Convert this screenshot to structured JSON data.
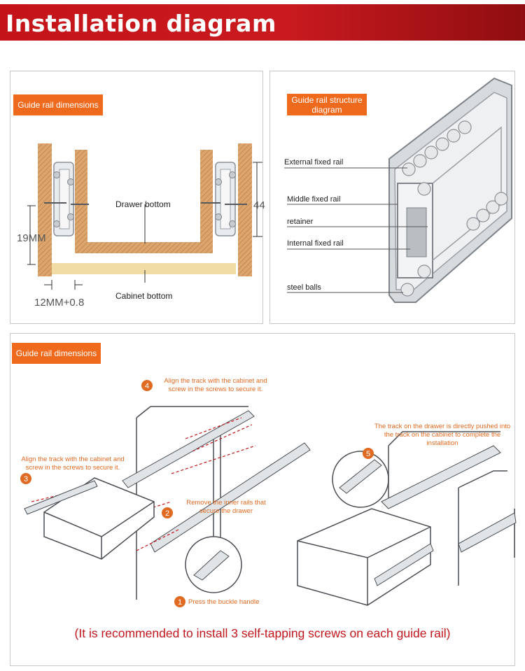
{
  "header": {
    "title": "Installation diagram"
  },
  "dimensions_panel": {
    "tag": "Guide rail dimensions",
    "labels": {
      "drawer_bottom": "Drawer bottom",
      "cabinet_bottom": "Cabinet bottom",
      "height": "19MM",
      "side_height": "44",
      "gap": "12MM+0.8"
    }
  },
  "structure_panel": {
    "tag": "Guide rail structure diagram",
    "parts": [
      "External fixed rail",
      "Middle fixed rail",
      "retainer",
      "Internal fixed rail",
      "steel balls"
    ]
  },
  "steps_panel": {
    "tag": "Guide rail dimensions",
    "steps": [
      {
        "num": "1",
        "text": "Press the buckle handle"
      },
      {
        "num": "2",
        "text": "Remove the inner rails that secure the drawer"
      },
      {
        "num": "3",
        "text": "Align the track with the cabinet and screw in the screws to secure it."
      },
      {
        "num": "4",
        "text": "Align the track with the cabinet and screw in the screws to secure it."
      },
      {
        "num": "5",
        "text": "The track on the drawer is directly pushed into the track on the cabinet to complete the installation"
      }
    ]
  },
  "footer": {
    "note": "(It is recommended to install 3 self-tapping screws on each guide rail)"
  },
  "colors": {
    "banner": "#c4141a",
    "tag": "#f06a1e",
    "wood": "#d9a066",
    "step": "#e06a22",
    "footer": "#c0171d"
  }
}
